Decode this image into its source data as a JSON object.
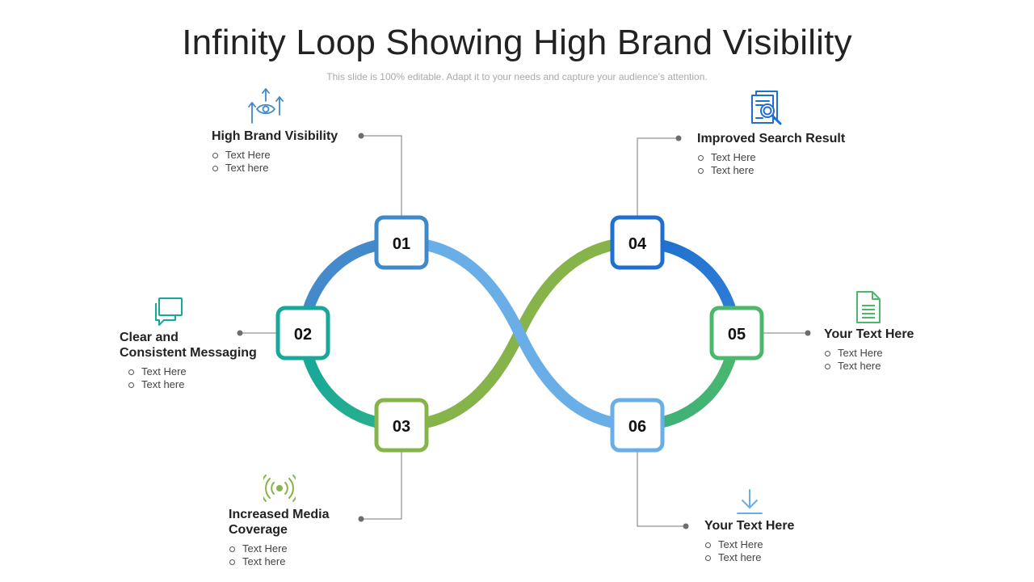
{
  "title": "Infinity Loop Showing High Brand Visibility",
  "subtitle": "This slide is 100% editable. Adapt it to your needs and capture your audience’s attention.",
  "colors": {
    "blue_dark": "#3f88c9",
    "blue_deep": "#1f6fcf",
    "blue_light": "#6aaee8",
    "teal": "#17a89a",
    "green_olive": "#86b44a",
    "green": "#4cb86c"
  },
  "nodes": [
    {
      "label": "01"
    },
    {
      "label": "02"
    },
    {
      "label": "03"
    },
    {
      "label": "04"
    },
    {
      "label": "05"
    },
    {
      "label": "06"
    }
  ],
  "items": [
    {
      "title": "High Brand Visibility",
      "icon": "eye-arrows-icon",
      "bullets": [
        "Text Here",
        "Text here"
      ]
    },
    {
      "title": "Clear and\nConsistent  Messaging",
      "icon": "chat-bubbles-icon",
      "bullets": [
        "Text Here",
        "Text here"
      ]
    },
    {
      "title": "Increased Media\nCoverage",
      "icon": "broadcast-signal-icon",
      "bullets": [
        "Text Here",
        "Text here"
      ]
    },
    {
      "title": "Improved Search Result",
      "icon": "document-search-icon",
      "bullets": [
        "Text Here",
        "Text here"
      ]
    },
    {
      "title": "Your Text Here",
      "icon": "document-icon",
      "bullets": [
        "Text Here",
        "Text here"
      ]
    },
    {
      "title": "Your Text Here",
      "icon": "download-arrow-icon",
      "bullets": [
        "Text Here",
        "Text here"
      ]
    }
  ]
}
